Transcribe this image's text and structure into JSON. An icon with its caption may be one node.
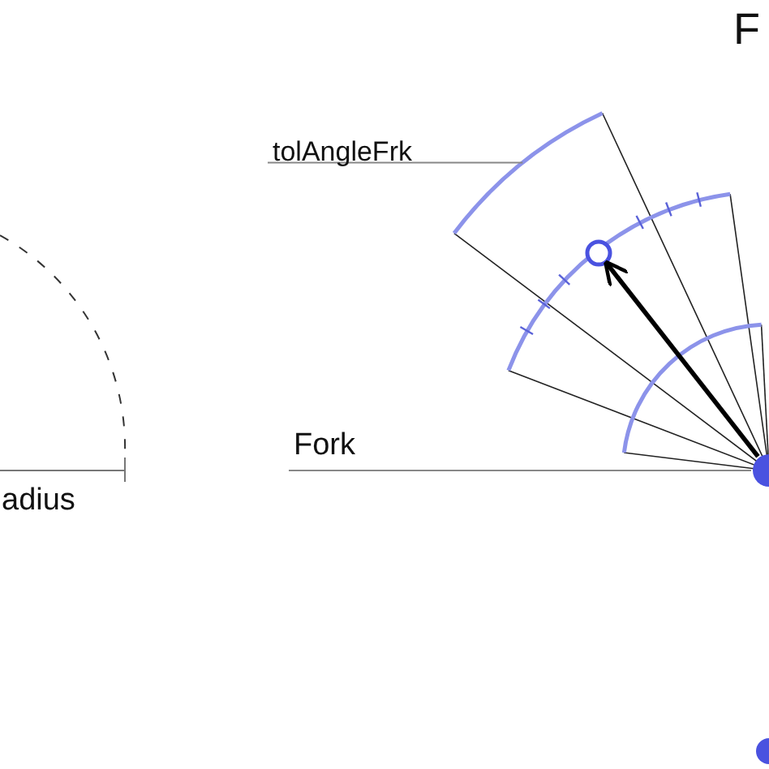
{
  "diagram": {
    "nodes": [
      {
        "text": [
          "tolAngleFrk"
        ]
      },
      {
        "text": [],
        "shape": "arc"
      },
      {
        "text": [
          "Fork"
        ]
      },
      {
        "text": [],
        "shape": "circle"
      },
      {
        "text": [],
        "shape": "circle"
      },
      {
        "text": [],
        "shape": "circle"
      }
    ],
    "edges": [
      {
        "from": 0,
        "to": 1,
        "arrow": "none"
      },
      {
        "from": 2,
        "to": 3,
        "arrow": "none"
      },
      {
        "from": 3,
        "to": 4,
        "arrow": "to",
        "style": "thick",
        "color": "#000000"
      }
    ],
    "labels": [
      "F",
      "adius"
    ]
  }
}
